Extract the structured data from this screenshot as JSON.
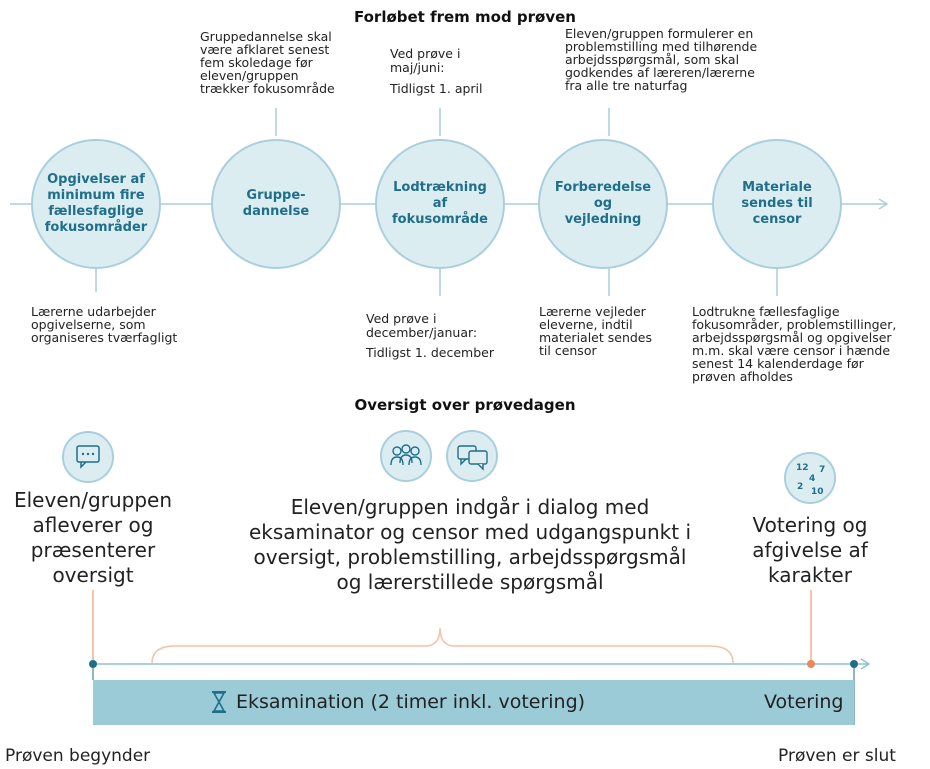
{
  "section1": {
    "title": "Forløbet frem mod prøven",
    "circles": [
      "Opgivelser af\nminimum fire\nfællesfaglige\nfokusområder",
      "Gruppe-\ndannelse",
      "Lodtrækning\naf\nfokusområde",
      "Forberedelse\nog\nvejledning",
      "Materiale\nsendes til\ncensor"
    ],
    "notes_top": {
      "gruppe": "Gruppedannelse skal\nvære afklaret senest\nfem skoledage før\neleven/gruppen\ntrækker fokusområde",
      "maj_juni": "Ved prøve i\nmaj/juni:",
      "april": "Tidligst 1. april",
      "elev": "Eleven/gruppen formulerer en\nproblemstilling med tilhørende\narbejdsspørgsmål, som skal\ngodkendes af læreren/lærerne\nfra alle tre naturfag"
    },
    "notes_bottom": {
      "opgivelser": "Lærerne udarbejder\nopgivelserne, som\norganiseres tværfagligt",
      "dec_jan": "Ved prøve i\ndecember/januar:",
      "december": "Tidligst 1. december",
      "vejleder": "Lærerne vejleder\neleverne, indtil\nmaterialet sendes\ntil censor",
      "lodtrukne": "Lodtrukne fællesfaglige\nfokusområder, problemstillinger,\narbejdsspørgsmål og opgivelser\nm.m. skal være censor i hænde\nsenest 14 kalenderdage før\nprøven afholdes"
    }
  },
  "section2": {
    "title": "Oversigt over prøvedagen",
    "left_text": "Eleven/gruppen\nafleverer og\npræsenterer\noversigt",
    "center_text": "Eleven/gruppen indgår i dialog med\neksaminator og censor med udgangspunkt i\noversigt, problemstilling, arbejdsspørgsmål\nog lærerstillede spørgsmål",
    "right_text": "Votering og\nafgivelse af\nkarakter",
    "grade_numbers": [
      "12",
      "7",
      "4",
      "2",
      "10"
    ],
    "icons": [
      "speech-bubble-icon",
      "group-icon",
      "dialog-icon",
      "grades-icon",
      "hourglass-icon"
    ],
    "bar_label": "Eksamination (2 timer inkl. votering)",
    "bar_right": "Votering",
    "start_label": "Prøven begynder",
    "end_label": "Prøven er slut",
    "colors": {
      "accent": "#1f6f8b",
      "circle_fill": "#dcedf2",
      "bar": "#9ccbd8",
      "orange": "#e8895a"
    }
  }
}
